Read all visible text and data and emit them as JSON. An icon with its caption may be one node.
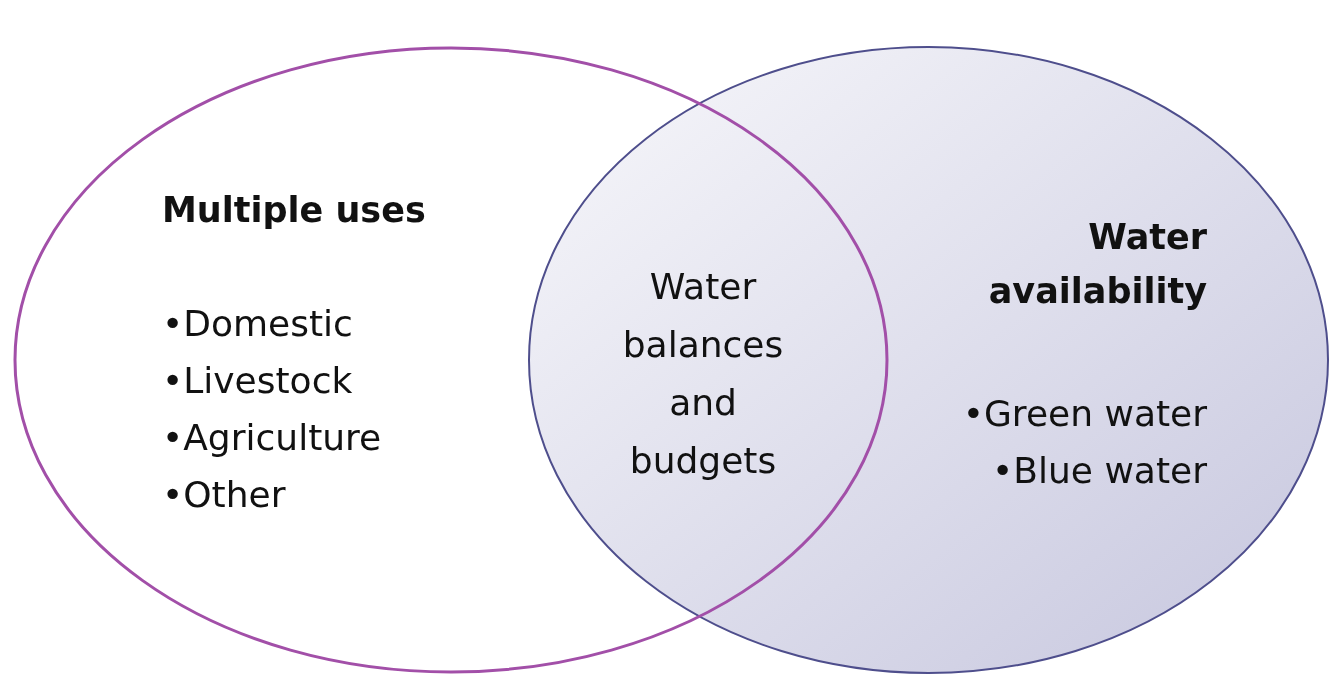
{
  "diagram": {
    "nodes": [
      {
        "text": [
          "Multiple uses",
          "•Domestic",
          "•Livestock",
          "•Agriculture",
          "•Other"
        ]
      },
      {
        "text": [
          "Water availability",
          "•Green water",
          "•Blue water"
        ]
      }
    ],
    "labels": [
      "Water balances and budgets"
    ]
  }
}
